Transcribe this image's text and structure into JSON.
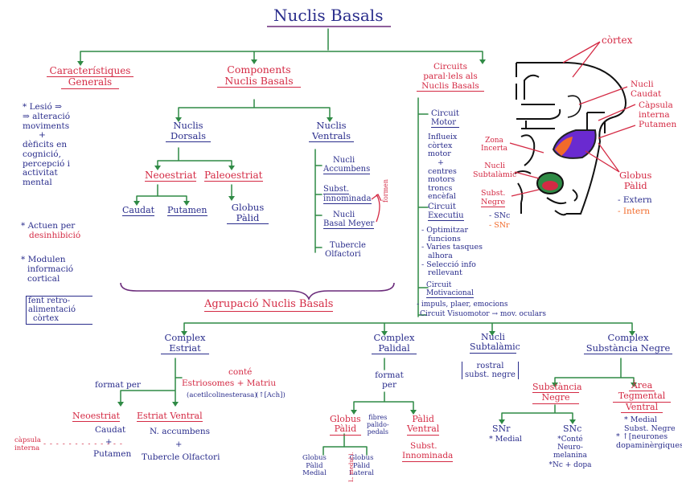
{
  "title": "Nuclis Basals",
  "colors": {
    "blue": "#2a2d8c",
    "red": "#d42a44",
    "green": "#2f8a45",
    "purple": "#6a2a7a",
    "orange": "#f26a2a",
    "paper": "#ffffff"
  },
  "left": {
    "heading": [
      "Característiques",
      "Generals"
    ],
    "lesio": [
      "* Lesió ⇒",
      "⇒ alteració",
      "moviments",
      "+",
      "dèficits en",
      "cognició,",
      "percepció i",
      "activitat",
      "mental"
    ],
    "desinhibicio": [
      "* Actuen per",
      "desinhibició"
    ],
    "modulen": [
      "* Modulen",
      "informació",
      "cortical"
    ],
    "retro": [
      "fent retro-",
      "alimentació",
      "còrtex"
    ]
  },
  "components": {
    "heading": [
      "Components",
      "Nuclis Basals"
    ],
    "dorsals": {
      "title": [
        "Nuclis",
        "Dorsals"
      ],
      "neostriat": "Neoestriat",
      "paleostriat": "Paleoestriat",
      "caudat": "Caudat",
      "putamen": "Putamen",
      "globus": [
        "Globus",
        "Pàlid"
      ]
    },
    "ventrals": {
      "title": [
        "Nuclis",
        "Ventrals"
      ],
      "accumbens": [
        "Nucli",
        "Accumbens"
      ],
      "innominada": [
        "Subst.",
        "innominada"
      ],
      "meyer": [
        "Nucli",
        "Basal Meyer"
      ],
      "tubercle": [
        "Tubercle",
        "Olfactori"
      ],
      "formen": "formen"
    }
  },
  "circuits": {
    "heading": [
      "Circuits",
      "paral·lels als",
      "Nuclis Basals"
    ],
    "motor": {
      "title": [
        "Circuit",
        "Motor"
      ],
      "text": [
        "Influeix",
        "còrtex",
        "motor",
        "+",
        "centres",
        "motors",
        "troncs",
        "encèfal"
      ]
    },
    "executiu": {
      "title": [
        "Circuit",
        "Executiu"
      ],
      "text": [
        "- Optimitzar",
        "funcions",
        "- Varies tasques",
        "alhora",
        "- Selecció info",
        "rellevant"
      ]
    },
    "motivacional": {
      "title": [
        "Circuit",
        "Motivacional"
      ],
      "text": "- impuls, plaer, emocions"
    },
    "visuomotor": "Circuit Visuomotor → mov. oculars"
  },
  "anatomy": {
    "cortex": "còrtex",
    "nucli_caudat": [
      "Nucli",
      "Caudat"
    ],
    "capsula": [
      "Càpsula",
      "interna"
    ],
    "putamen": "Putamen",
    "zona_incerta": [
      "Zona",
      "Incerta"
    ],
    "subtalamic": [
      "Nucli",
      "Subtalàmic"
    ],
    "subst_negre": [
      "Subst.",
      "Negre"
    ],
    "snc": "- SNc",
    "snr": "- SNr",
    "globus": [
      "Globus",
      "Pàlid"
    ],
    "extern": "- Extern",
    "intern": "- Intern"
  },
  "agrupacio": {
    "heading": "Agrupació Nuclis Basals",
    "estriat": {
      "title": [
        "Complex",
        "Estriat"
      ],
      "conte": "conté",
      "estriosomes": "Estriosomes + Matriu",
      "estrio_note": "(acetilcolinesterasa)",
      "matriu_note": "(↑[Ach])",
      "format_per": "format per",
      "neostriat": "Neoestriat",
      "ventral": "Estriat Ventral",
      "caudat": "Caudat",
      "plus": "+",
      "putamen": "Putamen",
      "capsula": [
        "càpsula",
        "interna"
      ],
      "accumbens": "N. accumbens",
      "tubercle": "Tubercle Olfactori"
    },
    "palidal": {
      "title": [
        "Complex",
        "Palidal"
      ],
      "format_per": [
        "format",
        "per"
      ],
      "globus": [
        "Globus",
        "Pàlid"
      ],
      "fibres": [
        "fibres",
        "palido-",
        "pedals"
      ],
      "palid_ventral": [
        "Pàlid",
        "Ventral"
      ],
      "subst": [
        "Subst.",
        "Innominada"
      ],
      "medial": [
        "Globus",
        "Pàlid",
        "Medial"
      ],
      "lateral": [
        "Globus",
        "Pàlid",
        "Lateral"
      ],
      "lamina": "L. medul.l."
    },
    "subtalamic": {
      "title": [
        "Nucli",
        "Subtalàmic"
      ],
      "text": [
        "rostral",
        "subst. negre"
      ]
    },
    "negre": {
      "title": [
        "Complex",
        "Substància Negre"
      ],
      "subst": [
        "Substància",
        "Negre"
      ],
      "snr": "SNr",
      "snr_note": "* Medial",
      "snc": "SNc",
      "snc_note": [
        "*Conté",
        "Neuro-",
        "melanina",
        "*Nc + dopa"
      ],
      "area": [
        "Àrea",
        "Tegmental",
        "Ventral"
      ],
      "area_note": [
        "* Medial",
        "Subst. Negre",
        "* ↑[neurones",
        "dopaminèrgiques]"
      ]
    }
  }
}
